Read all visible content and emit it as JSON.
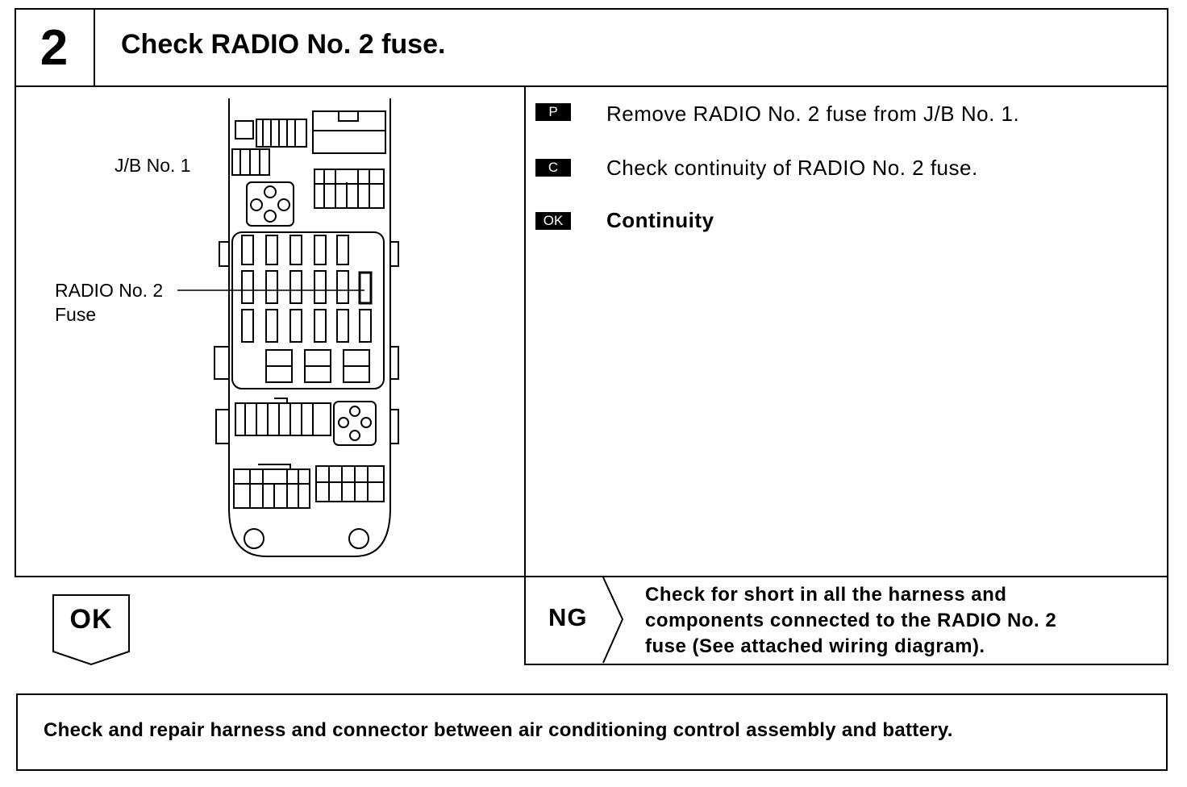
{
  "header": {
    "step_number": "2",
    "title": "Check RADIO No. 2 fuse."
  },
  "diagram": {
    "jb_label": "J/B No. 1",
    "fuse_label_line1": "RADIO No. 2",
    "fuse_label_line2": "Fuse"
  },
  "instructions": [
    {
      "tag": "P",
      "text": "Remove RADIO No. 2 fuse from J/B No. 1."
    },
    {
      "tag": "C",
      "text": "Check continuity of RADIO No. 2 fuse."
    },
    {
      "tag": "OK",
      "text": "Continuity"
    }
  ],
  "results": {
    "ok_label": "OK",
    "ng_label": "NG",
    "ng_text_line1": "Check for short in all the harness and",
    "ng_text_line2": "components connected to the RADIO No. 2",
    "ng_text_line3": "fuse (See attached wiring diagram)."
  },
  "next_step": {
    "text": "Check and repair harness and connector between air conditioning control assembly and battery."
  }
}
